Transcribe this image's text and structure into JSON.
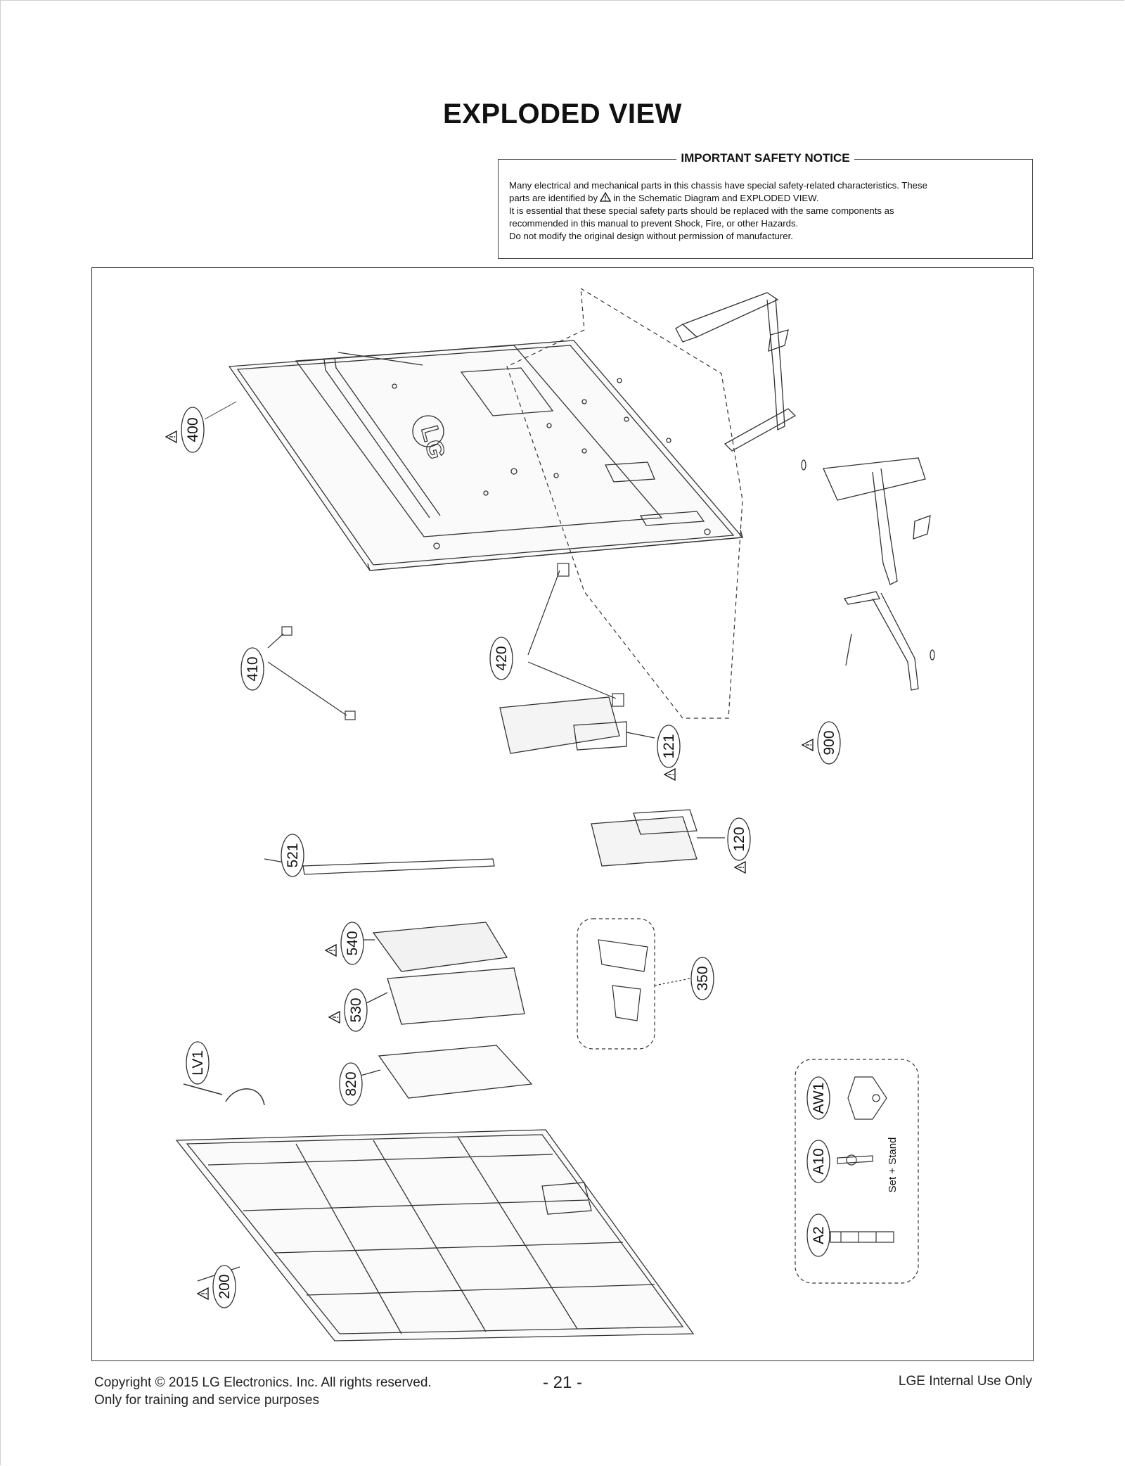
{
  "page_title": "EXPLODED VIEW",
  "notice": {
    "title": "IMPORTANT SAFETY NOTICE",
    "line1": "Many electrical and mechanical parts in this chassis have special safety-related characteristics. These",
    "line2_a": "parts are identified by",
    "line2_b": "in the Schematic Diagram and EXPLODED VIEW.",
    "line3": "It is essential that these special safety parts should be replaced with the same components as",
    "line4": "recommended in this manual to prevent Shock, Fire, or other Hazards.",
    "line5": "Do not modify the original design without permission of manufacturer."
  },
  "callouts": {
    "c400": "400",
    "c410": "410",
    "c420": "420",
    "c121": "121",
    "c900": "900",
    "c521": "521",
    "c120": "120",
    "c540": "540",
    "c530": "530",
    "c350": "350",
    "cLV1": "LV1",
    "c820": "820",
    "c200": "200",
    "cAW1": "AW1",
    "cA10": "A10",
    "cA2": "A2"
  },
  "accessory_note": "Set + Stand",
  "back_cover_logo": "LG",
  "footer": {
    "copyright": "Copyright  © 2015 LG Electronics. Inc. All rights reserved.",
    "purpose": "Only for training and service purposes",
    "page_number": "- 21 -",
    "internal": "LGE Internal Use Only"
  }
}
